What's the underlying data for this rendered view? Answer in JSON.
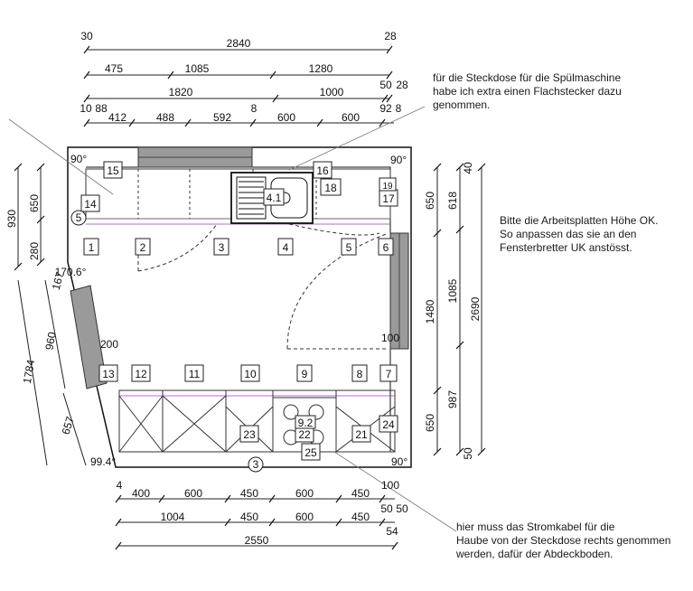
{
  "notes": {
    "top_right": "für die Steckdose für die Spülmaschine\nhabe ich extra einen Flachstecker dazu\ngenommen.",
    "middle_right": "Bitte die Arbeitsplatten Höhe OK.\nSo anpassen das sie an den\nFensterbretter UK anstösst.",
    "bottom_right": "hier muss das Stromkabel für die\nHaube von der Steckdose rechts genommen\nwerden, dafür der Abdeckboden."
  },
  "dims_top": {
    "row1": {
      "left": "30",
      "total": "2840",
      "right": "28"
    },
    "row2": {
      "a": "475",
      "b": "1085",
      "c": "1280"
    },
    "row3": {
      "a": "1820",
      "b": "1000",
      "c": "50",
      "d": "28"
    },
    "row4": {
      "a": "10",
      "b": "88",
      "c": "412",
      "d": "488",
      "e": "592",
      "f": "8",
      "g": "600",
      "h": "600",
      "i": "92",
      "j": "8"
    }
  },
  "dims_bottom": {
    "row1": {
      "a": "4",
      "b": "400",
      "c": "600",
      "d": "450",
      "e": "600",
      "f": "450",
      "g": "100"
    },
    "row2": {
      "a": "1004",
      "b": "450",
      "c": "600",
      "d": "450",
      "e": "50",
      "f": "50"
    },
    "row3": {
      "a": "54"
    },
    "row4": {
      "a": "2550"
    }
  },
  "dims_left": {
    "a": "930",
    "b": "650",
    "c": "280",
    "d": "167",
    "e": "960",
    "f": "1784",
    "g": "657",
    "angle": "170.6°",
    "dim200": "200"
  },
  "dims_right": {
    "a": "650",
    "b": "1480",
    "c": "650",
    "d": "40",
    "e": "618",
    "f": "1085",
    "g": "987",
    "h": "50",
    "i": "2690",
    "dim100": "100"
  },
  "angles": {
    "tl": "90°",
    "tr": "90°",
    "br": "90°",
    "bl": "99.4°"
  },
  "markers": {
    "top_row": [
      "1",
      "2",
      "3",
      "4",
      "5",
      "6"
    ],
    "mid_row": [
      "13",
      "12",
      "11",
      "10",
      "9",
      "8",
      "7"
    ],
    "m14": "14",
    "m15": "15",
    "m16": "16",
    "m17": "17",
    "m18": "18",
    "m19": "19",
    "m41": "4.1",
    "m21": "21",
    "m22": "22",
    "m23": "23",
    "m24": "24",
    "m25": "25",
    "m92": "9.2",
    "c5": "5",
    "c3": "3"
  }
}
